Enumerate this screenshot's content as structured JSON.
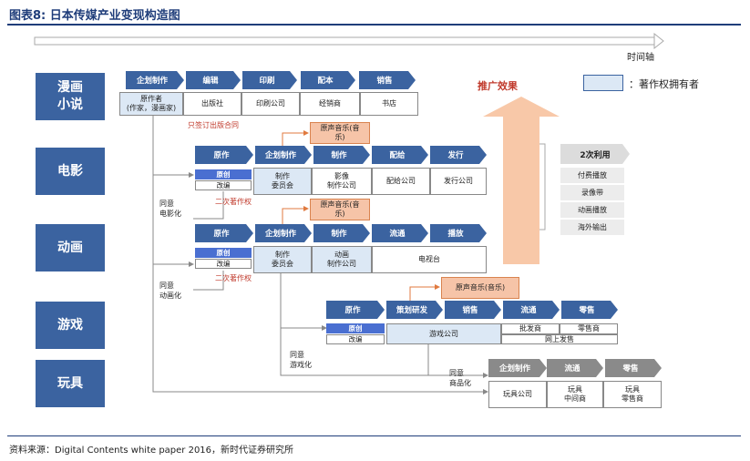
{
  "title": "图表8:  日本传媒产业变现构造图",
  "timeline_label": "时间轴",
  "legend": {
    "text": "：著作权拥有者",
    "color": "#dce8f5"
  },
  "promo_label": "推广效果",
  "rows": {
    "manga": {
      "label": "漫画\n小说",
      "stages": [
        "企划制作",
        "编辑",
        "印刷",
        "配本",
        "销售"
      ],
      "entities": [
        "原作者\n(作家，漫画家)",
        "出版社",
        "印刷公司",
        "经销商",
        "书店"
      ]
    },
    "film": {
      "label": "电影",
      "music": "原声音乐(音\n乐)",
      "stages": [
        "原作",
        "企划制作",
        "制作",
        "配给",
        "发行"
      ],
      "tag": "原创",
      "sub": "改编",
      "entities": [
        "制作\n委员会",
        "影像\n制作公司",
        "配给公司",
        "发行公司"
      ]
    },
    "anime": {
      "label": "动画",
      "music": "原声音乐(音\n乐)",
      "stages": [
        "原作",
        "企划制作",
        "制作",
        "流通",
        "播放"
      ],
      "tag": "原创",
      "sub": "改编",
      "entities": [
        "制作\n委员会",
        "动画\n制作公司",
        "电视台"
      ]
    },
    "game": {
      "label": "游戏",
      "music": "原声音乐(音乐)",
      "stages": [
        "原作",
        "策划研发",
        "销售",
        "流通",
        "零售"
      ],
      "tag": "原创",
      "sub": "改编",
      "entities": [
        "游戏公司",
        "批发商",
        "零售商",
        "网上发售"
      ]
    },
    "toy": {
      "label": "玩具",
      "stages": [
        "企划制作",
        "流通",
        "零售"
      ],
      "entities": [
        "玩具公司",
        "玩具\n中间商",
        "玩具\n零售商"
      ]
    }
  },
  "notes": {
    "sign_contract": "只签订出版合同",
    "second_copyright_1": "二次著作权",
    "second_copyright_2": "二次著作权",
    "agree_film": "同意\n电影化",
    "agree_anime": "同意\n动画化",
    "agree_game": "同意\n游戏化",
    "agree_goods": "同意\n商品化"
  },
  "secondary_use": {
    "title": "2次利用",
    "items": [
      "付费播放",
      "录像带",
      "动画播放",
      "海外输出"
    ]
  },
  "footer": "资料来源：Digital Contents white paper 2016，新时代证券研究所",
  "colors": {
    "accent": "#3b63a0",
    "music": "#f6c4a8",
    "promo_arrow": "#f8c8a8",
    "red_note": "#c0392b"
  }
}
